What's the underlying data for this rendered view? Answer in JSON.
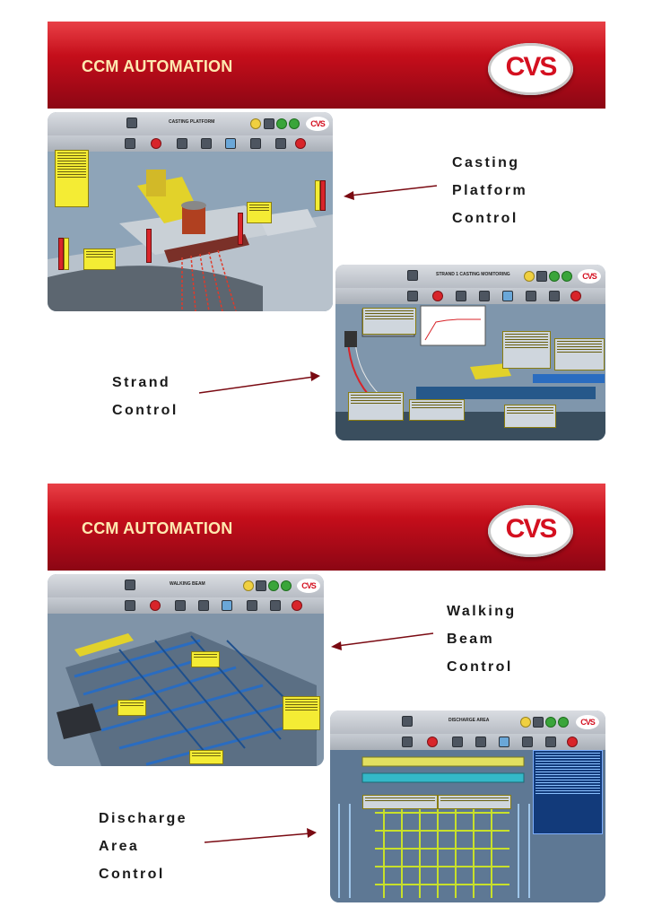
{
  "slides": [
    {
      "banner_title": "CCM AUTOMATION",
      "logo_text": "CVS",
      "screen_a_title": "CASTING PLATFORM",
      "screen_b_title": "STRAND 1 CASTING MONITORING",
      "caption_a": [
        "Casting",
        "Platform",
        "Control"
      ],
      "caption_b": [
        "Strand",
        "Control"
      ]
    },
    {
      "banner_title": "CCM AUTOMATION",
      "logo_text": "CVS",
      "screen_a_title": "WALKING BEAM",
      "screen_b_title": "DISCHARGE AREA",
      "caption_a": [
        "Walking",
        "Beam",
        "Control"
      ],
      "caption_b": [
        "Discharge",
        "Area",
        "Control"
      ]
    }
  ],
  "colors": {
    "banner_red": "#c00d1a",
    "banner_text": "#ffe9b0",
    "label_yellow": "#f4ec34",
    "arrow": "#7a0a12",
    "hmi_blue": "#2a6cc0"
  },
  "icons": [
    "home-icon",
    "settings-icon",
    "nav-left-icon",
    "nav-right-icon",
    "help-icon"
  ]
}
